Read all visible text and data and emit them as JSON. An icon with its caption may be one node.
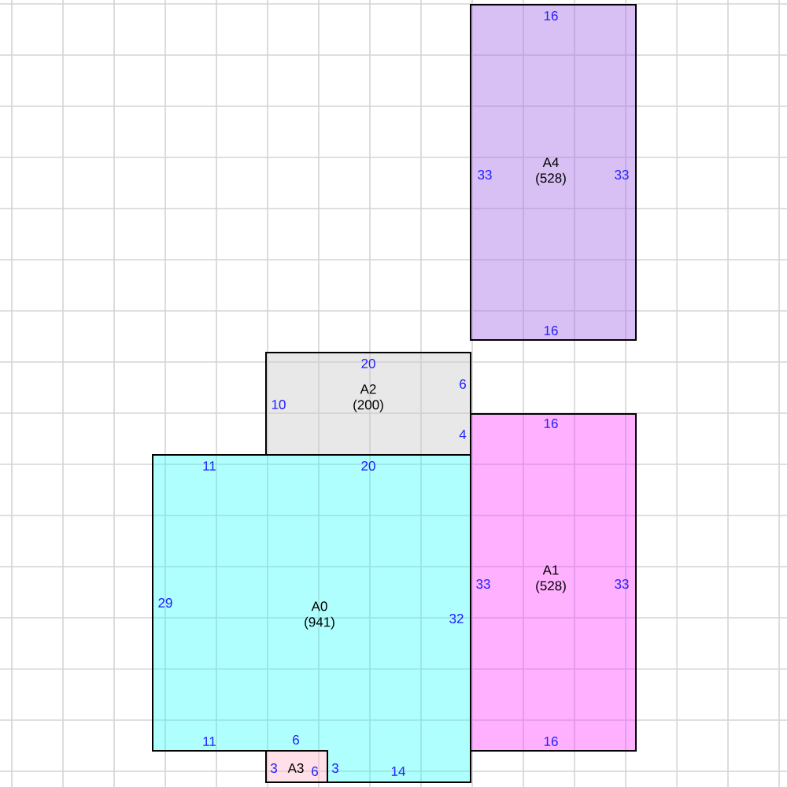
{
  "diagram": {
    "nodes": [
      {
        "text": [
          "A0",
          "(941)"
        ]
      },
      {
        "text": [
          "A1",
          "(528)"
        ]
      },
      {
        "text": [
          "A2",
          "(200)"
        ]
      },
      {
        "text": [
          "A3"
        ]
      },
      {
        "text": [
          "A4",
          "(528)"
        ]
      }
    ],
    "labels": [
      "16",
      "33",
      "33",
      "16",
      "20",
      "6",
      "10",
      "16",
      "4",
      "11",
      "20",
      "33",
      "33",
      "29",
      "32",
      "11",
      "6",
      "16",
      "3",
      "6",
      "3",
      "14"
    ]
  }
}
